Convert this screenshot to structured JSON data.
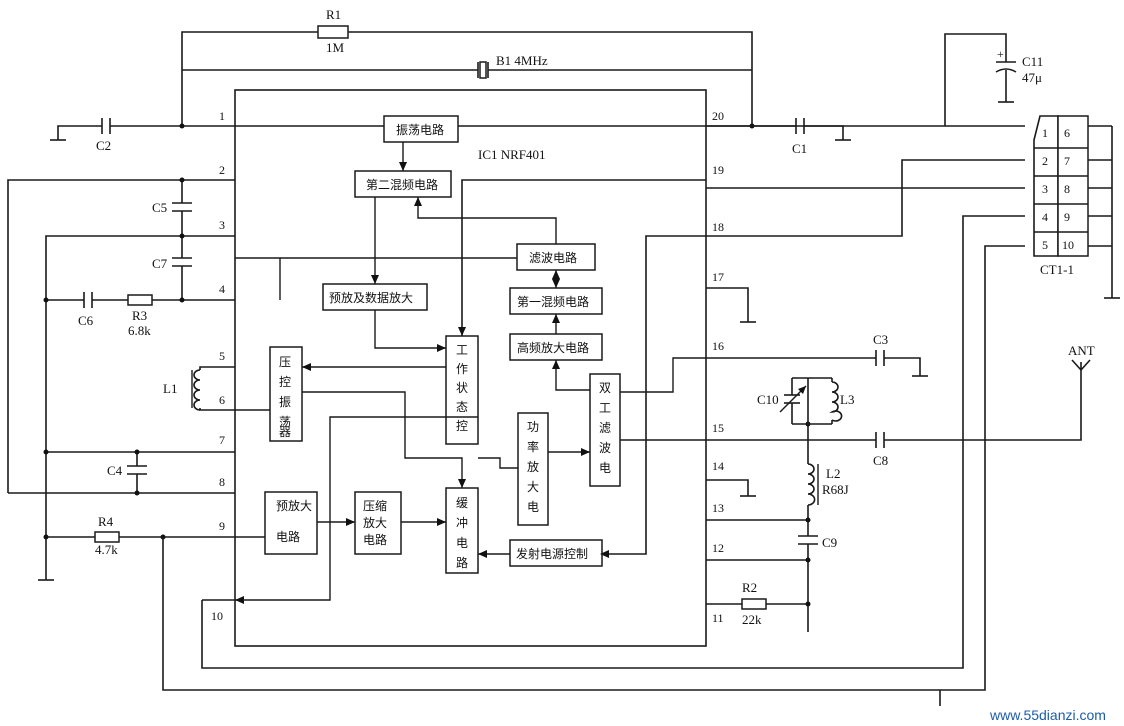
{
  "ic": {
    "label": "IC1  NRF401"
  },
  "pins_left": [
    "1",
    "2",
    "3",
    "4",
    "5",
    "6",
    "7",
    "8",
    "9",
    "10"
  ],
  "pins_right": [
    "20",
    "19",
    "18",
    "17",
    "16",
    "15",
    "14",
    "13",
    "12",
    "11"
  ],
  "blocks": {
    "osc": "振荡电路",
    "mix2": "第二混频电路",
    "filter": "滤波电路",
    "preamp_data": "预放及数据放大",
    "mix1": "第一混频电路",
    "rfamp": "高频放大电路",
    "vco": "压控振荡器",
    "state": "工作状态控制",
    "duplex": "双工滤波电路",
    "pa": "功率放大电路",
    "preamp": "预放大电路",
    "comp": "压缩放大电路",
    "buffer": "缓冲电路",
    "txpower": "发射电源控制"
  },
  "components": {
    "R1": "R1",
    "R1_val": "1M",
    "B1": "B1 4MHz",
    "C2": "C2",
    "C1": "C1",
    "C5": "C5",
    "C7": "C7",
    "C6": "C6",
    "R3": "R3",
    "R3_val": "6.8k",
    "L1": "L1",
    "C4": "C4",
    "R4": "R4",
    "R4_val": "4.7k",
    "C3": "C3",
    "C8": "C8",
    "C10": "C10",
    "L3": "L3",
    "L2": "L2",
    "L2_val": "R68J",
    "C9": "C9",
    "R2": "R2",
    "R2_val": "22k",
    "C11": "C11",
    "C11_val": "47μ",
    "ANT": "ANT"
  },
  "connector": {
    "label": "CT1-1",
    "left": [
      "1",
      "2",
      "3",
      "4",
      "5"
    ],
    "right": [
      "6",
      "7",
      "8",
      "9",
      "10"
    ]
  },
  "watermark": "www.55dianzi.com"
}
